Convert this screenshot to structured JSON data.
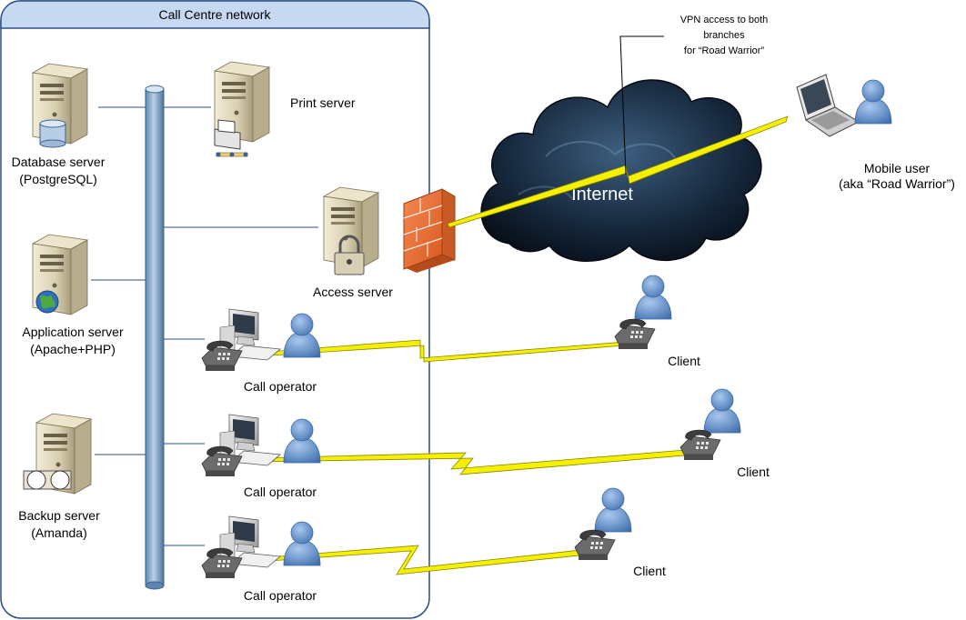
{
  "network_title": "Call Centre network",
  "servers": {
    "database": {
      "name": "Database server",
      "detail": "(PostgreSQL)"
    },
    "application": {
      "name": "Application server",
      "detail": "(Apache+PHP)"
    },
    "backup": {
      "name": "Backup server",
      "detail": "(Amanda)"
    },
    "print": {
      "name": "Print server"
    },
    "access": {
      "name": "Access server"
    }
  },
  "operators": [
    "Call operator",
    "Call operator",
    "Call operator"
  ],
  "clients": [
    "Client",
    "Client",
    "Client"
  ],
  "internet": {
    "label": "Internet"
  },
  "vpn_note": {
    "line1": "VPN access to both",
    "line2": "branches",
    "line3": "for “Road Warrior”"
  },
  "mobile_user": {
    "line1": "Mobile user",
    "line2": "(aka “Road Warrior”)"
  },
  "colors": {
    "container_border": "#2b4f86",
    "container_header": "#c6d9f1",
    "backbone": "#7ea3c7",
    "firewall": "#e8703a",
    "lightning": "#f5f000",
    "person": "#6f9fd8",
    "cloud": "#0d1a2a"
  }
}
